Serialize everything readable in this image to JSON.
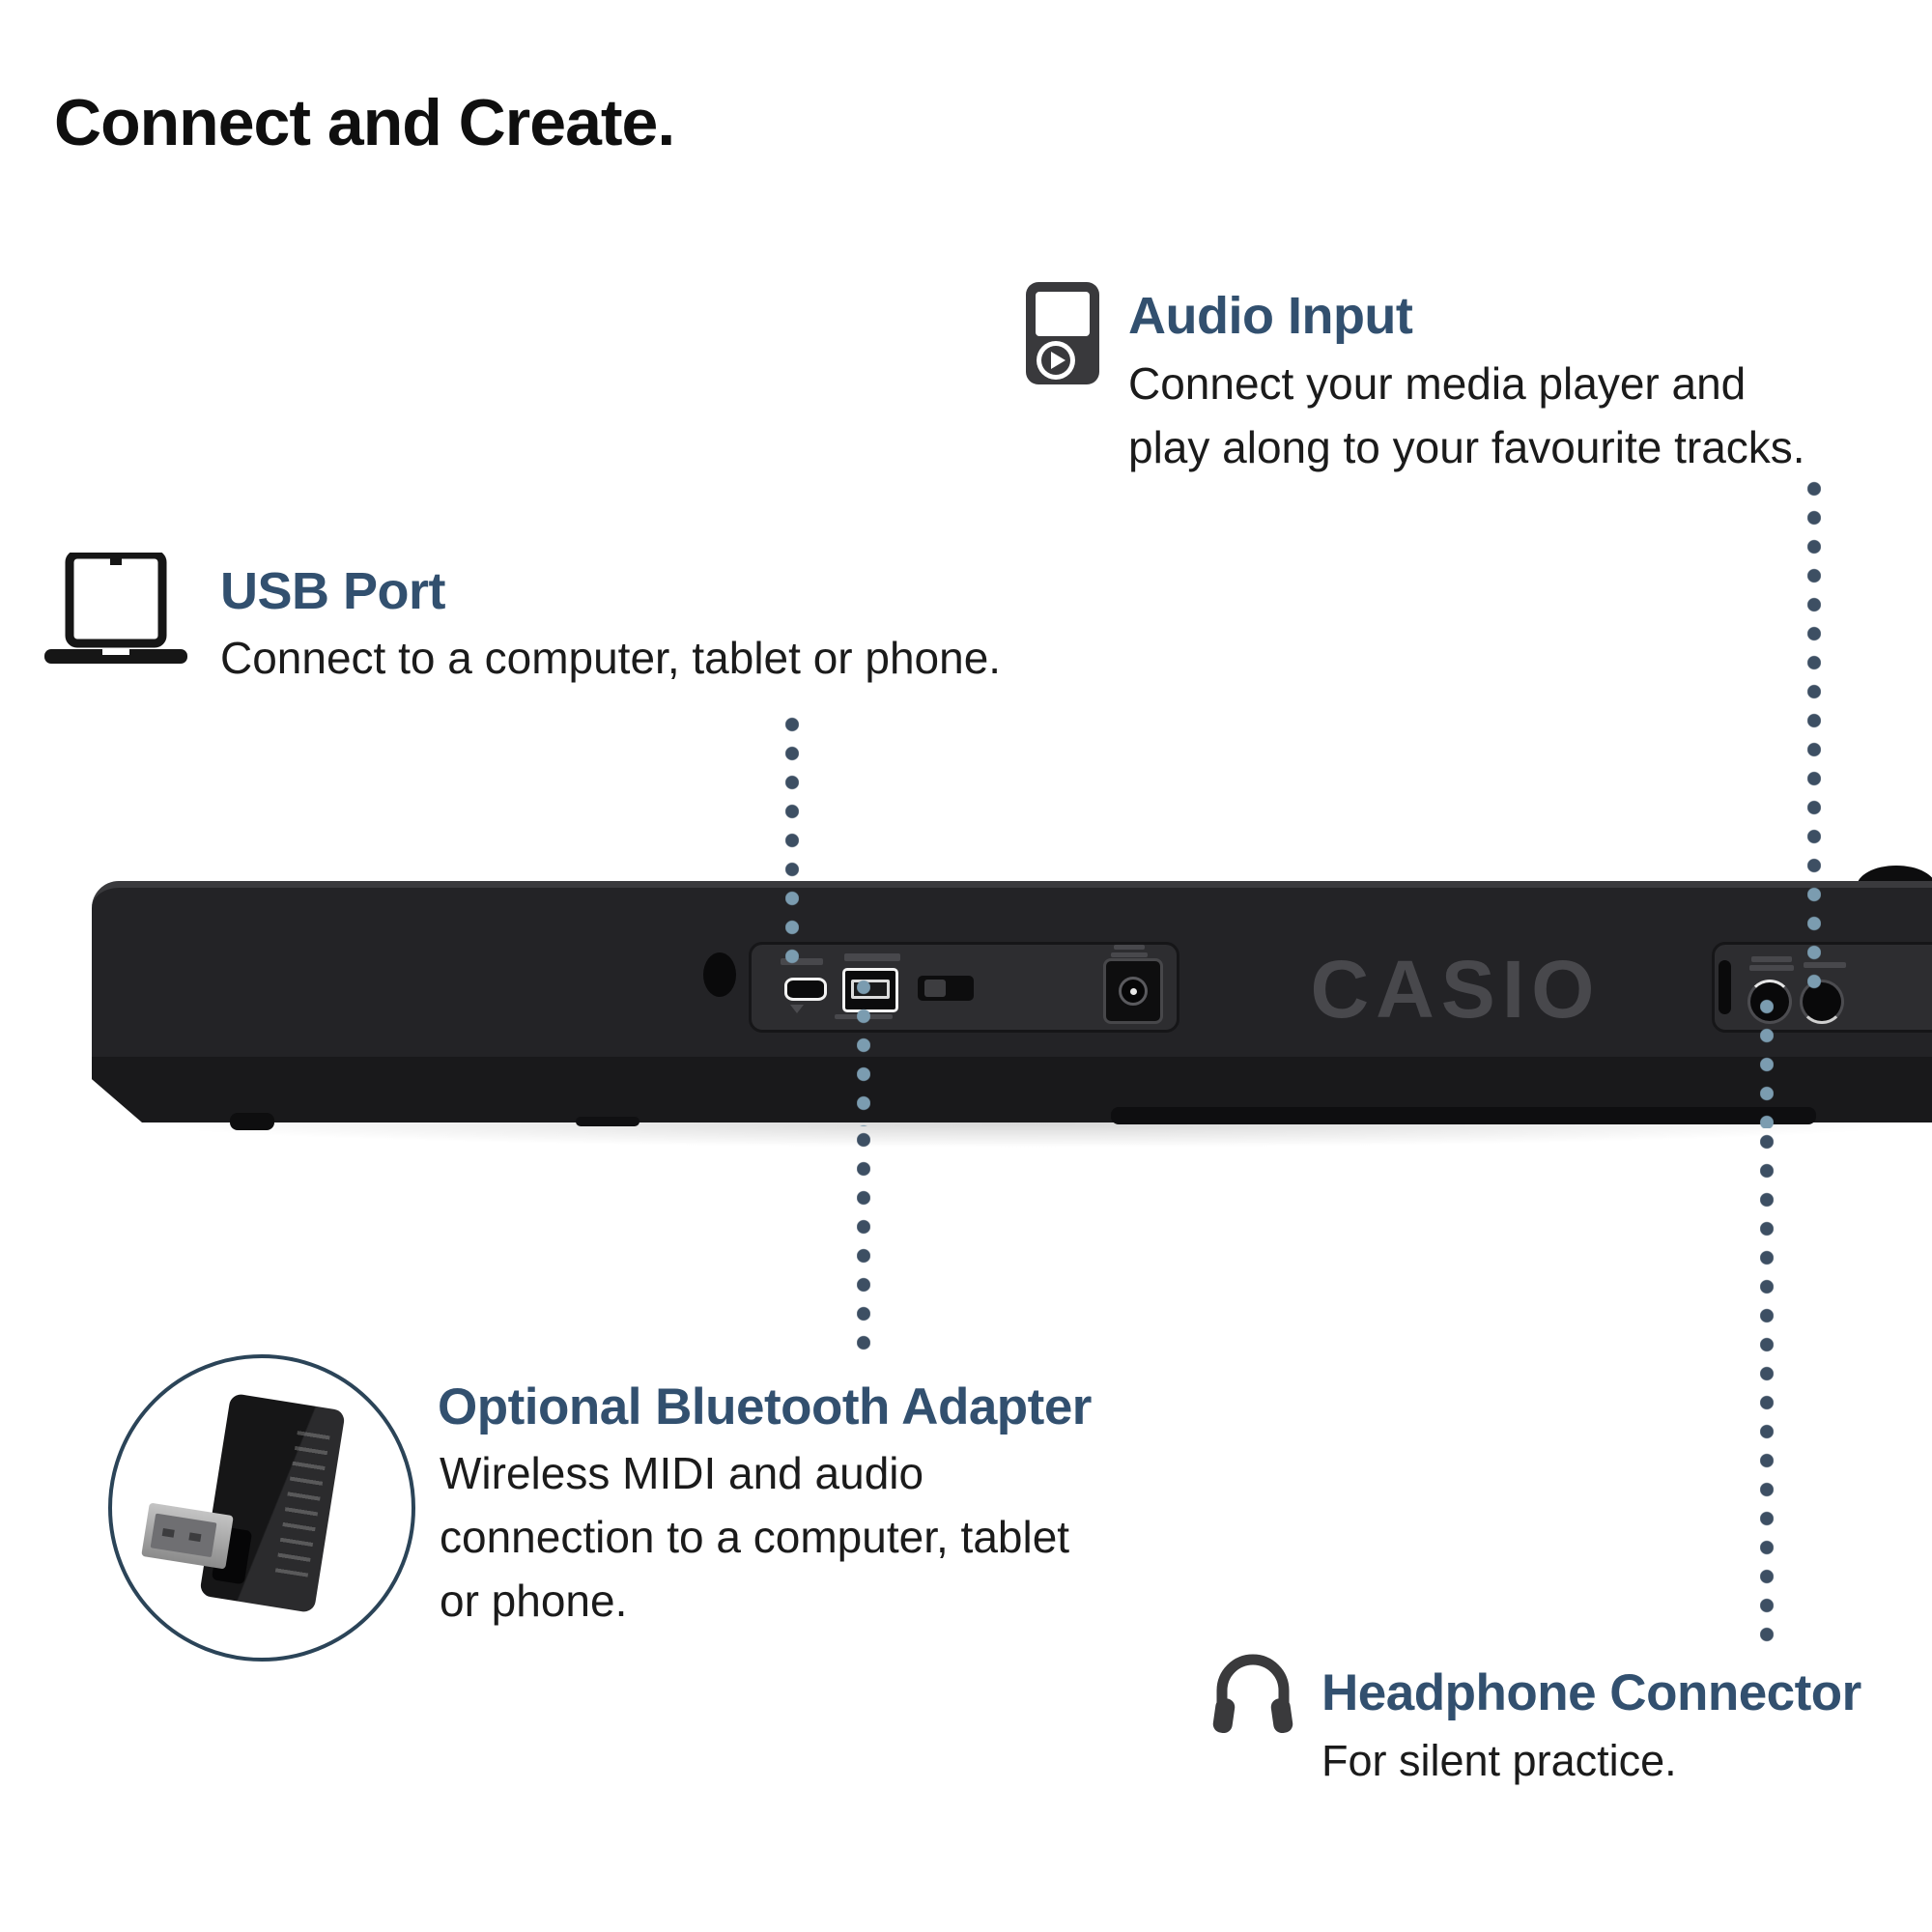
{
  "title": "Connect and Create.",
  "keyboard": {
    "brand": "CASIO"
  },
  "callouts": {
    "audio_input": {
      "heading": "Audio Input",
      "description": "Connect your media player and\nplay along to your favourite tracks.",
      "icon": "media-player-icon"
    },
    "usb_port": {
      "heading": "USB Port",
      "description": "Connect to a computer, tablet or phone.",
      "icon": "laptop-icon"
    },
    "bluetooth_adapter": {
      "heading": "Optional Bluetooth Adapter",
      "description": "Wireless MIDI and audio\nconnection to a computer, tablet\nor phone.",
      "icon": "bluetooth-usb-adapter-photo"
    },
    "headphone_connector": {
      "heading": "Headphone Connector",
      "description": "For silent practice.",
      "icon": "headphones-icon"
    }
  },
  "colors": {
    "heading_accent": "#32506F",
    "body_text": "#1B1B1B",
    "leader_dots_dark": "#3D4F63",
    "leader_dots_light": "#7B9CB0",
    "keyboard_body": "#232326",
    "brand_logo_gray": "#48484C",
    "inset_circle_border": "#2B4458",
    "background": "#FFFFFF"
  }
}
